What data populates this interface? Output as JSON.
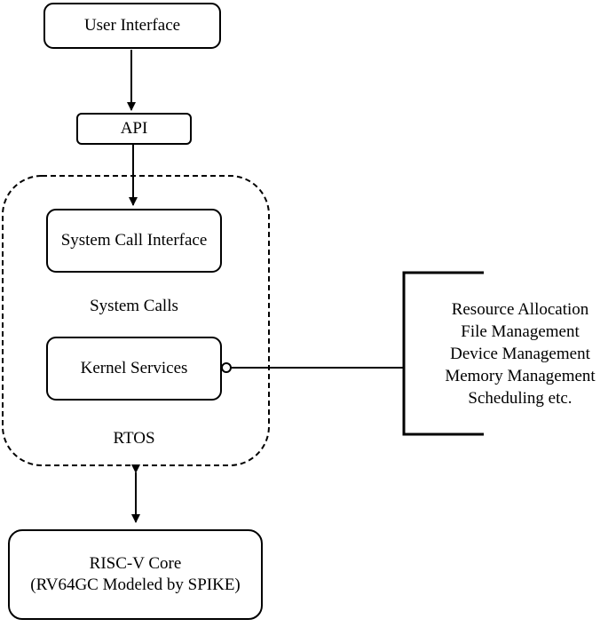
{
  "nodes": {
    "user_interface": "User Interface",
    "api": "API",
    "system_call_interface": "System Call Interface",
    "system_calls": "System Calls",
    "kernel_services": "Kernel Services",
    "rtos": "RTOS",
    "risc_v_core": {
      "line1": "RISC-V Core",
      "line2": "(RV64GC Modeled by SPIKE)"
    }
  },
  "kernel_functions": [
    "Resource Allocation",
    "File Management",
    "Device Management",
    "Memory Management",
    "Scheduling etc."
  ]
}
